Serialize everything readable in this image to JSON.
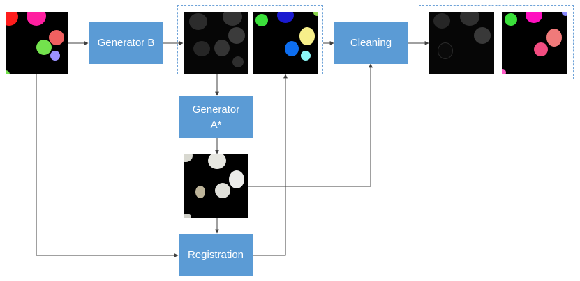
{
  "colors": {
    "box_fill": "#5b9bd5",
    "box_text": "#ffffff",
    "arrow": "#404040",
    "group_border": "#6fa3d8"
  },
  "nodes": {
    "generator_b": "Generator B",
    "generator_a": "Generator\nA*",
    "cleaning": "Cleaning",
    "registration": "Registration"
  },
  "images": {
    "input_labels": "input colored label map",
    "gen_b_gray": "generated grayscale nuclei image",
    "gen_b_labels": "label map paired with generated image",
    "gen_a_output": "reconstructed nuclei image",
    "clean_gray": "cleaned grayscale nuclei image",
    "clean_labels": "cleaned label map"
  }
}
